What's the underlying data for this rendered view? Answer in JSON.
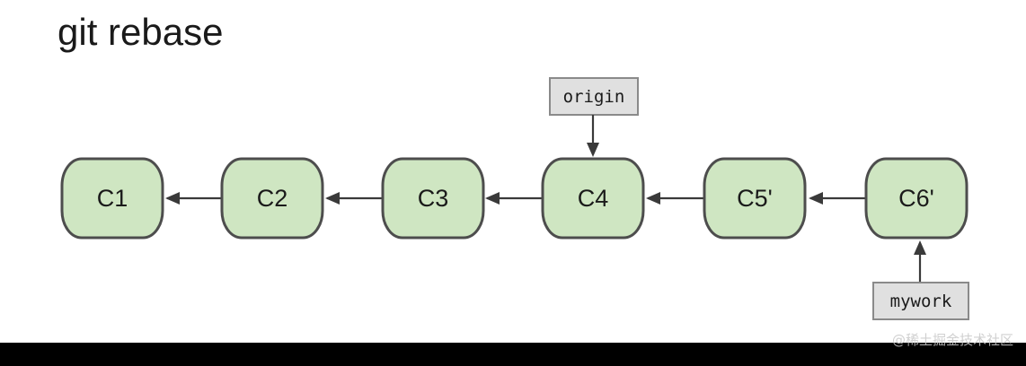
{
  "title": "git rebase",
  "commits": [
    {
      "id": "c1",
      "label": "C1"
    },
    {
      "id": "c2",
      "label": "C2"
    },
    {
      "id": "c3",
      "label": "C3"
    },
    {
      "id": "c4",
      "label": "C4"
    },
    {
      "id": "c5",
      "label": "C5'"
    },
    {
      "id": "c6",
      "label": "C6'"
    }
  ],
  "refs": {
    "origin": {
      "label": "origin",
      "points_to": "C4"
    },
    "mywork": {
      "label": "mywork",
      "points_to": "C6'"
    }
  },
  "watermark": "@稀土掘金技术社区",
  "colors": {
    "commit_fill": "#cfe6c2",
    "commit_stroke": "#4d4d4d",
    "ref_fill": "#e0e0e0",
    "ref_stroke": "#8a8a8a",
    "arrow": "#3a3a3a"
  }
}
